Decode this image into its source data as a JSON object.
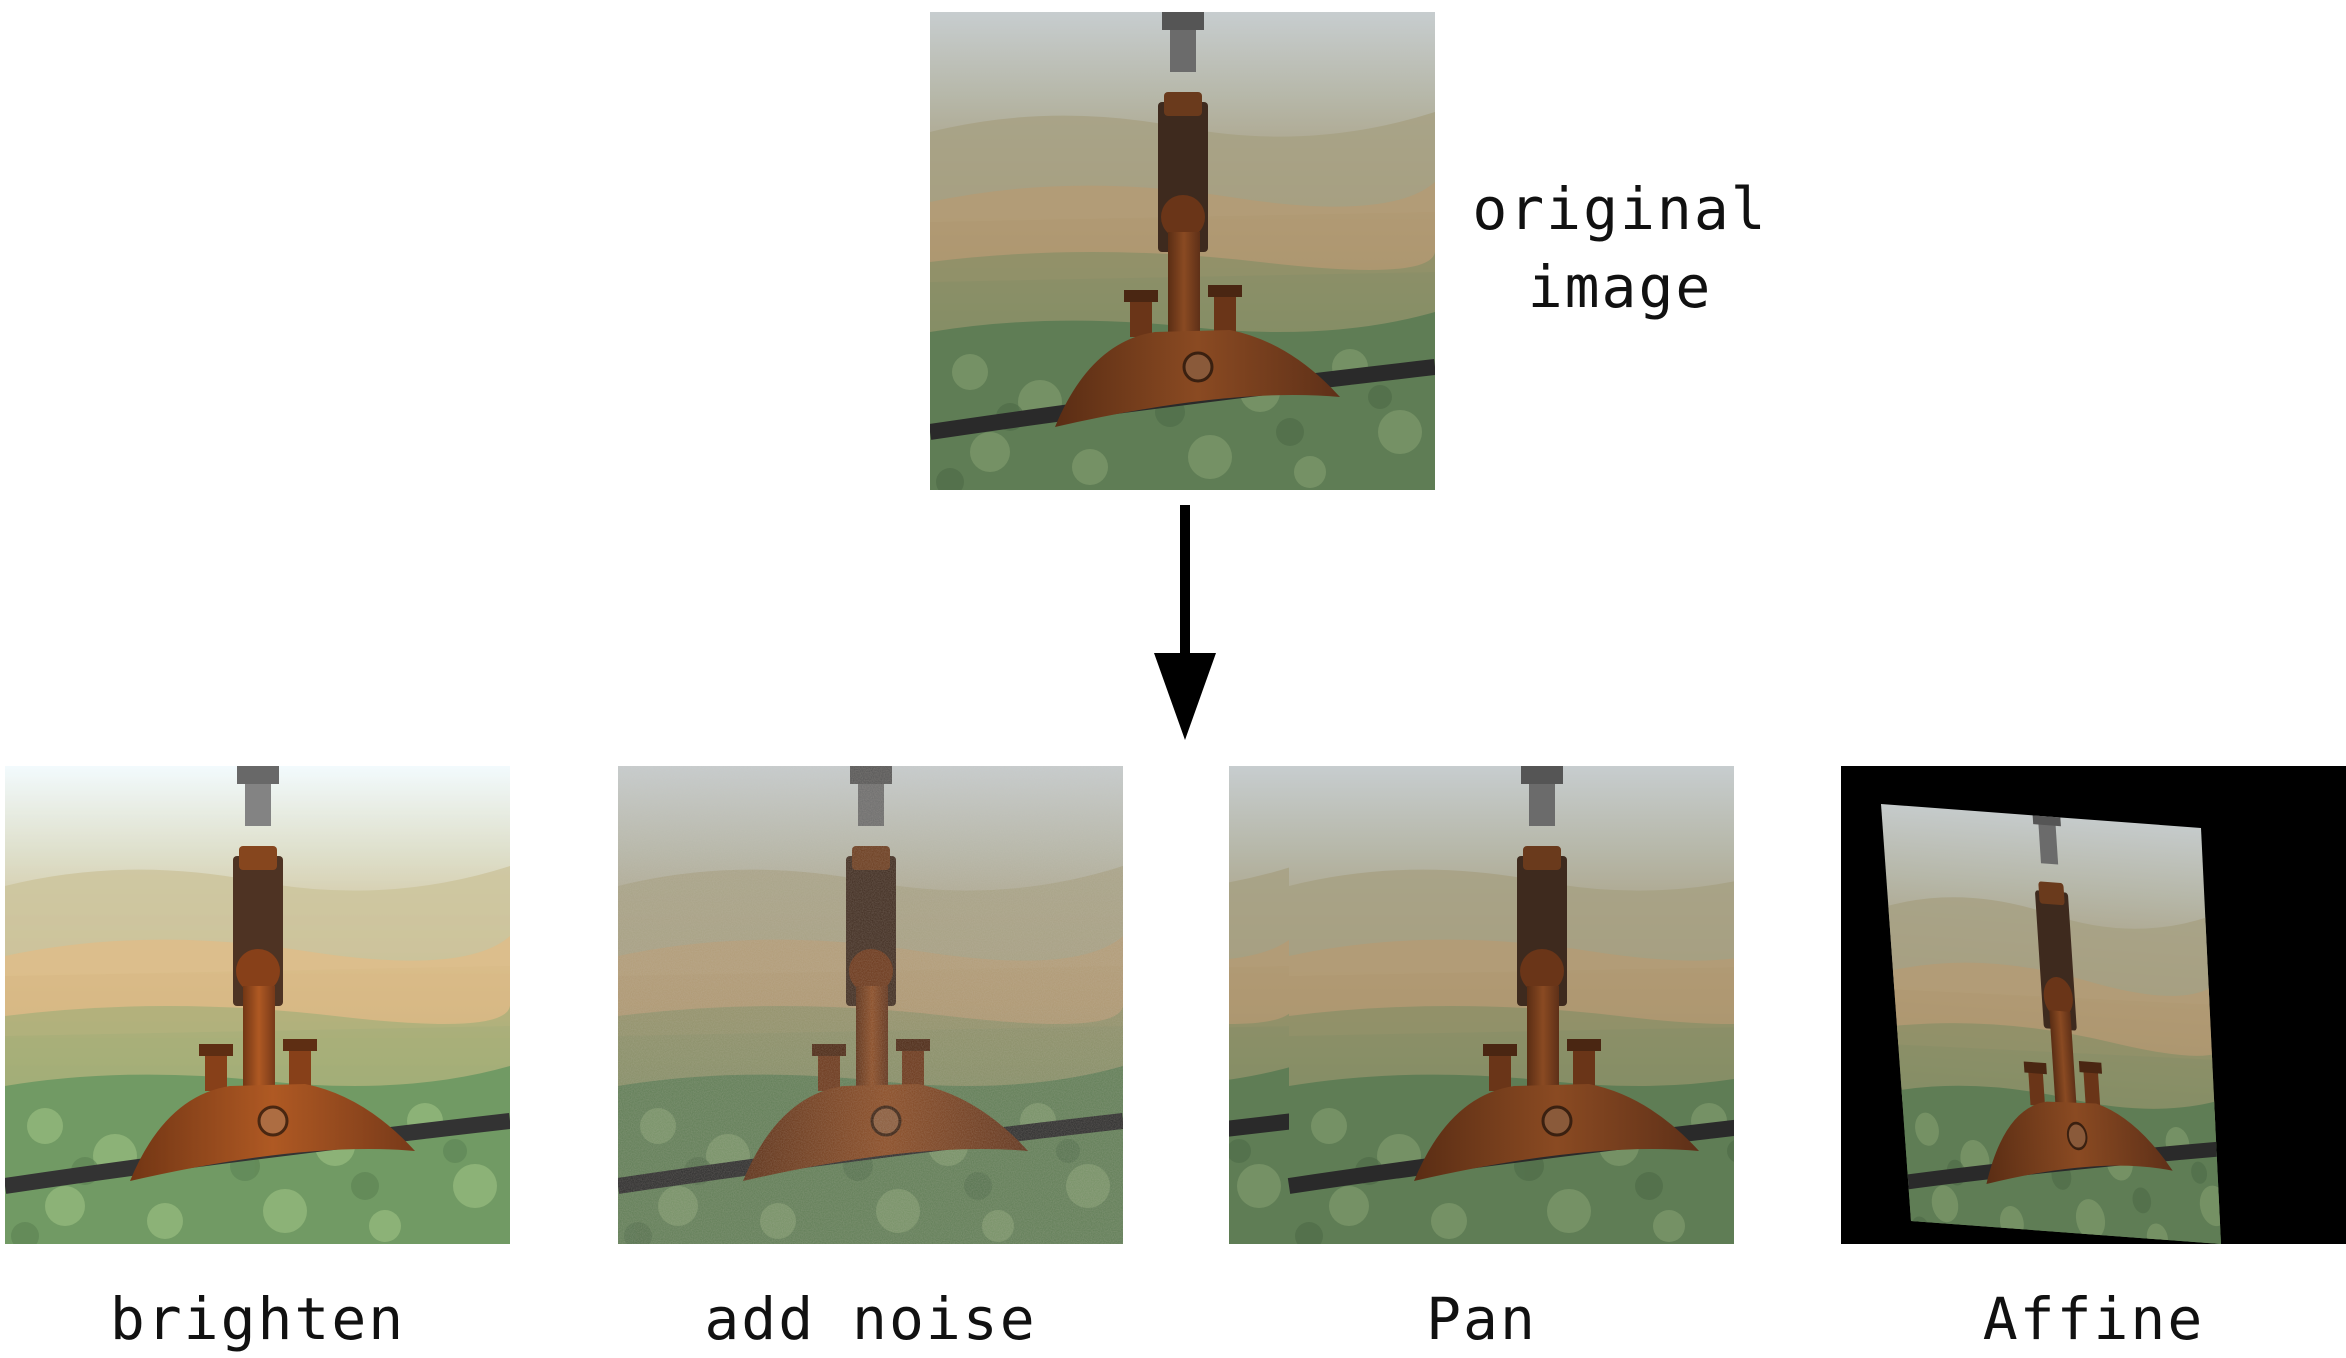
{
  "original": {
    "label_line1": "original",
    "label_line2": "image"
  },
  "augmentations": [
    {
      "key": "brighten",
      "label": "brighten"
    },
    {
      "key": "noise",
      "label": "add noise"
    },
    {
      "key": "pan",
      "label": "Pan"
    },
    {
      "key": "affine",
      "label": "Affine"
    }
  ],
  "colors": {
    "sky": "#c9cfd0",
    "hills_far": "#a9a68c",
    "hills_mid": "#b59b73",
    "forest": "#5f7d55",
    "forest_light": "#7f9a6c",
    "metal_rust": "#7a3f1c",
    "metal_dark": "#3e2a1e",
    "rod_gray": "#6b6b6b",
    "cable": "#2a2a2a",
    "arrow": "#000000"
  },
  "icons": {
    "arrow": "arrow-down-icon"
  }
}
